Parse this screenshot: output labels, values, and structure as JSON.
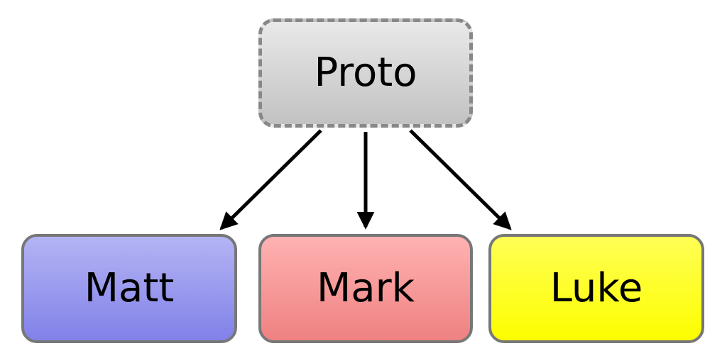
{
  "diagram": {
    "description": "Proto source stemma diagram: a dashed Proto node with arrows to Matt, Mark and Luke nodes",
    "background": "#ffffff",
    "arrow_color": "#000000",
    "nodes": {
      "proto": {
        "label": "Proto",
        "fill_top": "#e9e9e9",
        "fill_bottom": "#c2c2c2",
        "border": "#888888",
        "border_style": "dashed"
      },
      "matt": {
        "label": "Matt",
        "fill_top": "#b4b4f4",
        "fill_bottom": "#8181e9",
        "border": "#777777",
        "border_style": "solid"
      },
      "mark": {
        "label": "Mark",
        "fill_top": "#ffb2b2",
        "fill_bottom": "#ef8181",
        "border": "#777777",
        "border_style": "solid"
      },
      "luke": {
        "label": "Luke",
        "fill_top": "#ffff55",
        "fill_bottom": "#fdfd00",
        "border": "#777777",
        "border_style": "solid"
      }
    },
    "edges": [
      {
        "from": "proto",
        "to": "matt"
      },
      {
        "from": "proto",
        "to": "mark"
      },
      {
        "from": "proto",
        "to": "luke"
      }
    ]
  }
}
